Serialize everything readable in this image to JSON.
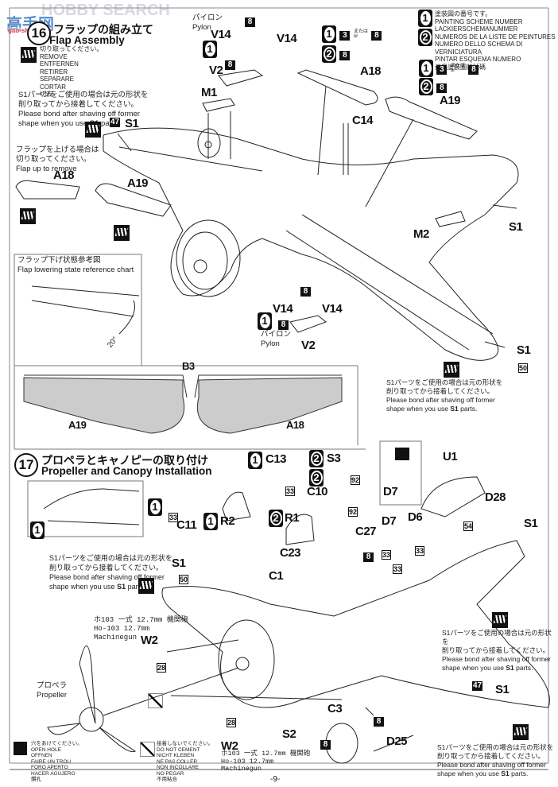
{
  "watermark": {
    "logo_cn": "高手网",
    "brand": "HOBBY SEARCH",
    "url": "gao-shou.com"
  },
  "page_number": "-9-",
  "step16": {
    "number": "16",
    "title_jp": "フラップの組み立て",
    "title_en": "Flap Assembly"
  },
  "step17": {
    "number": "17",
    "title_jp": "プロペラとキャノピーの取り付け",
    "title_en": "Propeller and Canopy Installation"
  },
  "legend_remove": {
    "icon": "remove-icon",
    "lines": [
      "切り取ってください。",
      "REMOVE",
      "ENTFERNEN",
      "RETIRER",
      "SEPARARE",
      "CORTAR",
      "切去"
    ]
  },
  "legend_painting": {
    "lines": [
      "塗装図の番号です。",
      "PAINTING SCHEME NUMBER",
      "LACKIERSCHEMANUMMER",
      "NUMEROS DE LA LISTE DE PEINTURES",
      "NUMERO DELLO SCHEMA DI VERNICIATURA",
      "PINTAR ESQUEMA NUMERO",
      "這是塗裝圖的號碼"
    ]
  },
  "legend_open_hole": {
    "icon": "drill-hole-icon",
    "lines": [
      "穴をあけてください。",
      "OPEN HOLE",
      "OFFNEN",
      "FAIRE UN TROU",
      "FORO APERTO",
      "HACER AGUJERO",
      "鑽孔"
    ]
  },
  "legend_no_cement": {
    "icon": "no-cement-icon",
    "lines": [
      "接着しないでください。",
      "DO NOT CEMENT",
      "NICHT KLEBEN",
      "NE PAS COLLER",
      "NON INCOLLARE",
      "NO PEGAR",
      "不用粘合"
    ]
  },
  "notes": {
    "s1_jp1": "S1パーツをご使用の場合は元の形状を",
    "s1_jp2": "削り取ってから接着してください。",
    "s1_en1": "Please bond after shaving off former",
    "s1_en2_pre": "shape when you use ",
    "s1_en2_bold": "S1",
    "s1_en2_post": " parts.",
    "flap_up_jp1": "フラップを上げる場合は",
    "flap_up_jp2": "切り取ってください。",
    "flap_up_en": "Flap up to remove",
    "flap_ref_jp": "フラップ下げ状態参考図",
    "flap_ref_en": "Flap lowering state reference chart",
    "flap_angle": "20°",
    "pylon_jp": "パイロン",
    "pylon_en": "Pylon",
    "propeller_jp": "プロペラ",
    "propeller_en": "Propeller",
    "gun_jp": "ホ103 一式 12.7mm 機関砲",
    "gun_en1": "Ho-103 12.7mm",
    "gun_en2": "Machinegun",
    "or_jp": "または",
    "or_en": "or"
  },
  "parts": {
    "V14": "V14",
    "V2": "V2",
    "M1": "M1",
    "M2": "M2",
    "S1": "S1",
    "A18": "A18",
    "A19": "A19",
    "C14": "C14",
    "B3": "B3",
    "C13": "C13",
    "C11": "C11",
    "R2": "R2",
    "R1": "R1",
    "S3": "S3",
    "C10": "C10",
    "D7": "D7",
    "D6": "D6",
    "C27": "C27",
    "U1": "U1",
    "D28": "D28",
    "C23": "C23",
    "C1": "C1",
    "W2": "W2",
    "C3": "C3",
    "S2": "S2",
    "D25": "D25"
  },
  "colors": {
    "c8": "8",
    "c3": "3",
    "c47": "47",
    "c50": "50",
    "c33": "33",
    "c92": "92",
    "c54": "54",
    "c28": "28"
  },
  "schemes": {
    "one": "1",
    "two": "2"
  }
}
